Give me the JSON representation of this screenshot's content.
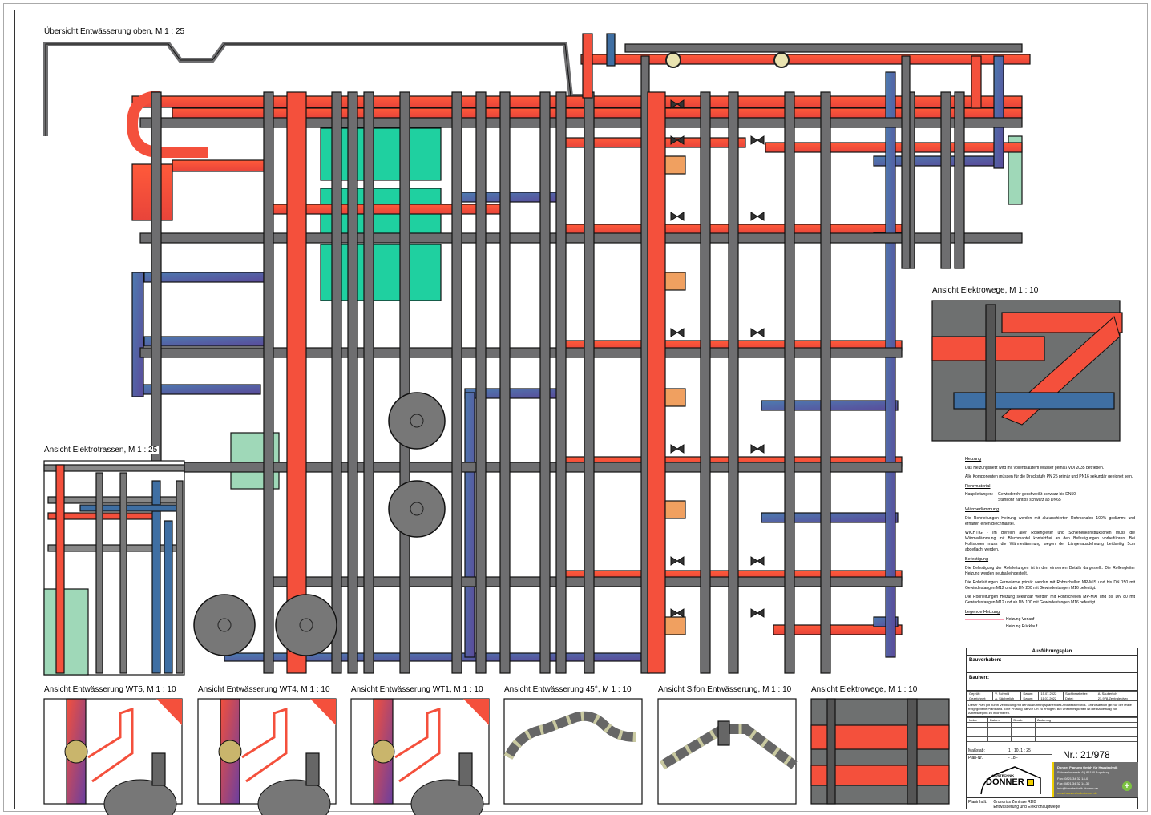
{
  "main_view": {
    "title": "Übersicht Entwässerung oben, M 1 : 25"
  },
  "side_views": {
    "elektrowege_top": "Ansicht Elektrowege, M 1 : 10",
    "elektrotrassen": "Ansicht Elektrotrassen, M 1 : 25"
  },
  "detail_views": [
    "Ansicht Entwässerung WT5, M 1 : 10",
    "Ansicht Entwässerung WT4, M 1 : 10",
    "Ansicht Entwässerung WT1, M 1 : 10",
    "Ansicht Entwässerung 45°, M 1 : 10",
    "Ansicht Sifon Entwässerung, M 1 : 10",
    "Ansicht Elektrowege, M 1 : 10"
  ],
  "notes": {
    "heizung_h": "Heizung",
    "heizung_1": "Das Heizungsnetz wird mit vollentsalztem Wasser gemäß VDI 2035 betrieben.",
    "heizung_2": "Alle Komponenten müssen für die Druckstufe PN 25 primär und PN16 sekundär geeignet sein.",
    "rohr_h": "Rohrmaterial",
    "rohr_label": "Hauptleitungen:",
    "rohr_1": "Gewinderohr geschweißt schwarz bis DN50",
    "rohr_2": "Stahlrohr nahtlos schwarz ab DN65",
    "waerme_h": "Wärmedämmung",
    "waerme_1": "Die Rohrleitungen Heizung werden mit alukaschierten Rohrschalen 100% gedämmt und erhalten einen Blechmantel.",
    "waerme_2": "WICHTIG - Im Bereich aller Rollengleiter und Schienenkonstruktionen muss die Wärmedämmung mit Blechmantel kontaktfrei an den Befestigungen vorbeiführen. Bei Kollisionen muss die Wärmedämmung wegen der Längenausdehnung beidseitig 5cm abgeflacht werden.",
    "befest_h": "Befestigung",
    "befest_1": "Die Befestigung der Rohrleitungen ist in den einzelnen Details dargestellt. Die Rollengleiter Heizung werden neutral eingestellt.",
    "befest_2": "Die Rohrleitungen Fernwärme primär werden mit Rohrschellen MP-MIS und bis DN 150 mit Gewindestangen M12 und ab DN 200 mit Gewindestangen M16 befestigt.",
    "befest_3": "Die Rohrleitungen Heizung sekundär werden mit Rohrschellen MP-MXI und bis DN 80 mit Gewindestangen M12 und ab DN 100 mit Gewindestangen M16 befestigt.",
    "legende_h": "Legende Heizung",
    "legende_vorlauf": "Heizung Vorlauf",
    "legende_ruecklauf": "Heizung Rücklauf"
  },
  "title_block": {
    "header": "Ausführungsplan",
    "bauvorhaben": "Bauvorhaben:",
    "bauherr": "Bauherr:",
    "geprueft_l": "Geprüft:",
    "geprueft_v": "V. Schmid",
    "datum1_l": "Datum:",
    "datum1_v": "15.07.2022",
    "sach_l": "Sachbearbeiter:",
    "sach_v": "A. Säuberlich",
    "gezeichnet_l": "Gezeichnet:",
    "gezeichnet_v": "A. Säuberlich",
    "datum2_l": "Datum:",
    "datum2_v": "11.07.2022",
    "datei_l": "Datei:",
    "datei_v": "21-978-Zentrale.dwg",
    "disclaimer": "Dieser Plan gilt nur in Verbindung mit den Ausführungsplänen des Architekturbüros. Grundsätzlich gilt nur der letzte freigegebene Planstand. Eine Prüfung hat vor Ort zu erfolgen. Bei Unstimmigkeiten ist die Bauleitung vor Arbeitsbeginn zu informieren.",
    "rev_cols": [
      "Index",
      "Datum",
      "Bearb.",
      "Änderung"
    ],
    "massstab_l": "Maßstab:",
    "massstab_v": "1 : 10, 1 : 25",
    "plan_nr_l": "Plan-Nr.:",
    "plan_nr_v": "- 18 -",
    "nr": "Nr.: 21/978",
    "logo_small": "HAUSTECHNIK",
    "logo_big": "DONNER",
    "company": "Donner Planung GmbH für Haustechnik",
    "address": "Schwenkmanstr. 6 | 86150 Augsburg",
    "phone": "Fon: 0821 34 32 14-0",
    "fax": "Fax: 0821 34 32 14-30",
    "email": "info@haustechnik-donner.de",
    "web": "www.haustechnik-donner.de",
    "planinhalt_l": "Planinhalt:",
    "planinhalt_1": "Grundriss Zentrale RDB",
    "planinhalt_2": "Entwässerung und Elektrohauptwege"
  },
  "colors": {
    "vorlauf": "#f4503c",
    "ruecklauf": "#3f6fa3",
    "beam": "#6e6e70",
    "teal": "#1fd0a0"
  }
}
